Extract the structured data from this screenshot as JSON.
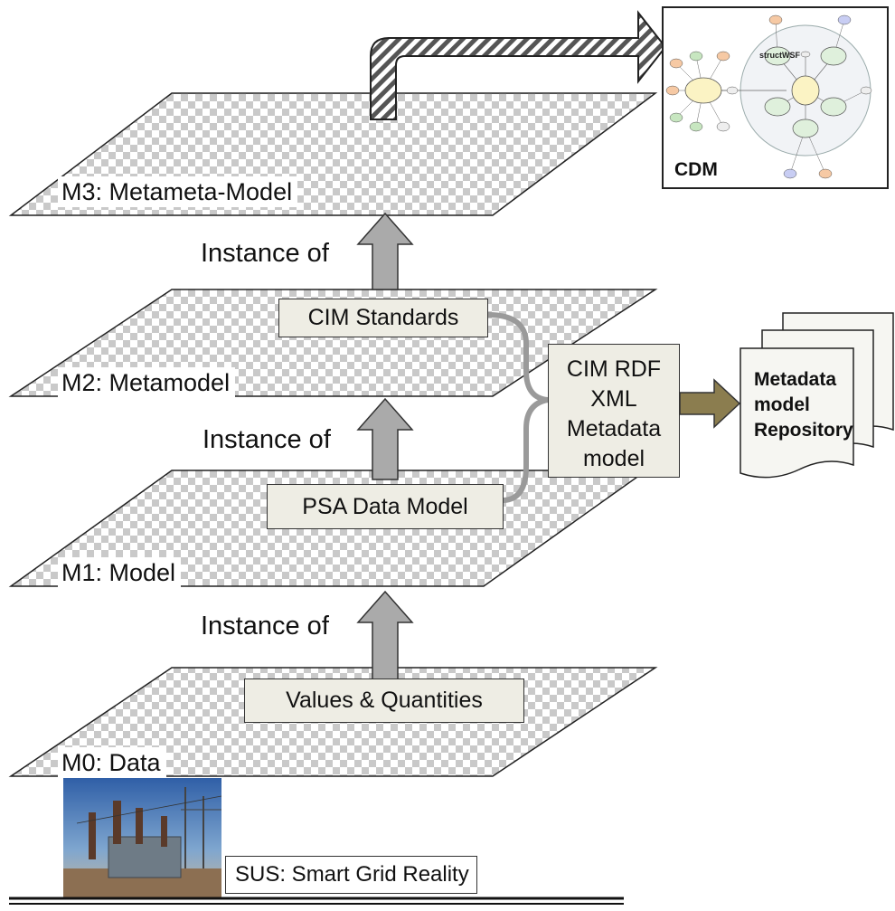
{
  "layers": {
    "m3": "M3: Metameta-Model",
    "m2": "M2: Metamodel",
    "m1": "M1: Model",
    "m0": "M0: Data"
  },
  "instance_labels": {
    "upper": "Instance of",
    "middle": "Instance of",
    "lower": "Instance of"
  },
  "boxes": {
    "cim_standards": "CIM Standards",
    "psa_data_model": "PSA Data Model",
    "values_quantities": "Values & Quantities",
    "cim_rdf": [
      "CIM RDF",
      "XML",
      "Metadata",
      "model"
    ]
  },
  "repository": [
    "Metadata",
    "model",
    "Repository"
  ],
  "cdm": {
    "label": "CDM",
    "inner_title": "structWSF"
  },
  "sus_label": "SUS: Smart Grid Reality",
  "colors": {
    "box_fill": "#eeede4",
    "arrow_gray": "#aaaaaa",
    "arrow_olive": "#8b7d4f",
    "checker_dark": "#c9c9c9"
  }
}
